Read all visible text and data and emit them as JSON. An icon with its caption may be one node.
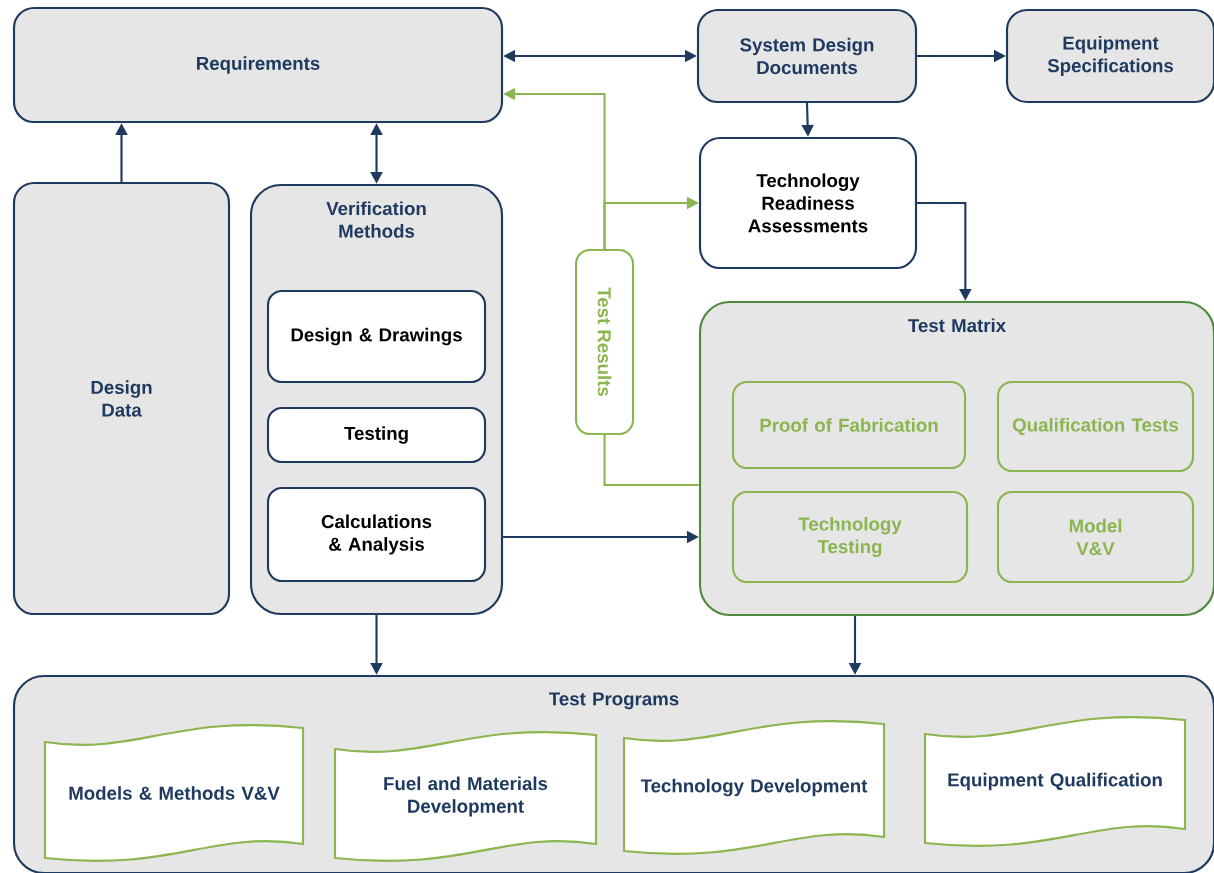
{
  "diagram": {
    "nodes": [
      {
        "text": [
          "Requirements"
        ]
      },
      {
        "text": [
          "System Design Documents"
        ]
      },
      {
        "text": [
          "Equipment Specifications"
        ]
      },
      {
        "text": [
          "Design Data"
        ]
      },
      {
        "text": [
          "Verification Methods"
        ]
      },
      {
        "text": [
          "Design & Drawings"
        ],
        "in": 4
      },
      {
        "text": [
          "Testing"
        ],
        "in": 4
      },
      {
        "text": [
          "Calculations & Analysis"
        ],
        "in": 4
      },
      {
        "text": [
          "Test Results"
        ]
      },
      {
        "text": [
          "Technology Readiness Assessments"
        ]
      },
      {
        "text": [
          "Test Matrix"
        ]
      },
      {
        "text": [
          "Proof of Fabrication"
        ],
        "in": 10
      },
      {
        "text": [
          "Qualification Tests"
        ],
        "in": 10
      },
      {
        "text": [
          "Technology Testing"
        ],
        "in": 10
      },
      {
        "text": [
          "Model V&V"
        ],
        "in": 10
      },
      {
        "text": [
          "Test Programs"
        ]
      },
      {
        "text": [
          "Models & Methods V&V"
        ],
        "in": 15
      },
      {
        "text": [
          "Fuel and Materials Development"
        ],
        "in": 15
      },
      {
        "text": [
          "Technology Development"
        ],
        "in": 15
      },
      {
        "text": [
          "Equipment Qualification"
        ],
        "in": 15
      }
    ],
    "edges": [
      {
        "from": 0,
        "to": 1,
        "arrow": "both"
      },
      {
        "from": 1,
        "to": 2,
        "arrow": "to"
      },
      {
        "from": 1,
        "to": 9,
        "arrow": "to"
      },
      {
        "from": 9,
        "to": 10,
        "arrow": "to"
      },
      {
        "from": 3,
        "to": 0,
        "arrow": "to"
      },
      {
        "from": 4,
        "to": 0,
        "arrow": "both"
      },
      {
        "from": 8,
        "to": 0,
        "arrow": "to",
        "color": "#8ab54f"
      },
      {
        "from": 8,
        "to": 9,
        "arrow": "to",
        "color": "#8ab54f"
      },
      {
        "from": 10,
        "to": 8,
        "arrow": "none",
        "color": "#8ab54f"
      },
      {
        "from": 4,
        "to": 10,
        "arrow": "to"
      },
      {
        "from": 4,
        "to": 15,
        "arrow": "to"
      },
      {
        "from": 10,
        "to": 15,
        "arrow": "to"
      }
    ]
  }
}
